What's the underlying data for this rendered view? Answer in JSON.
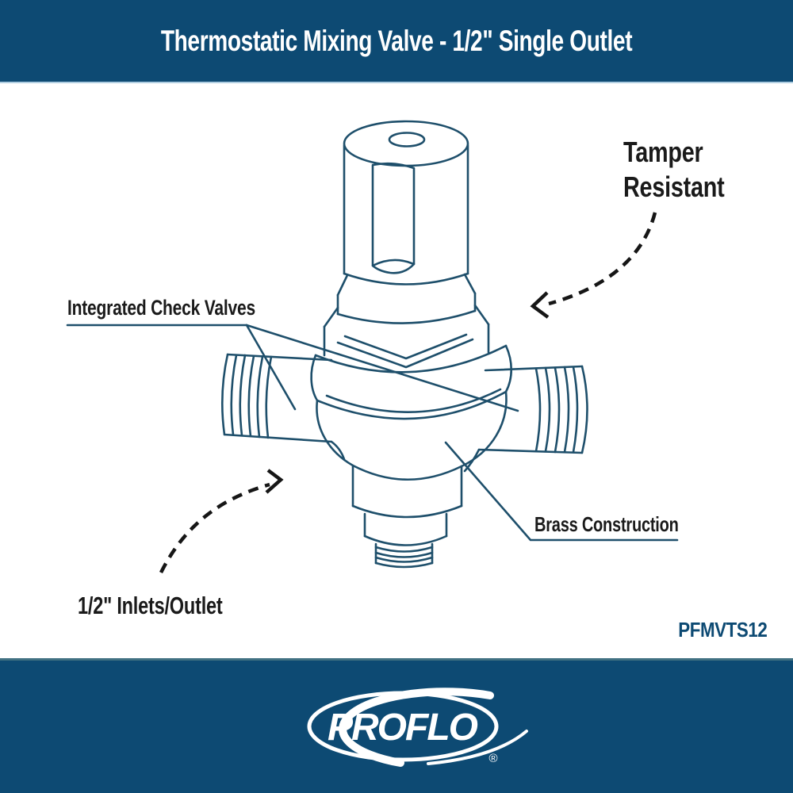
{
  "colors": {
    "banner_navy": "#0d4a73",
    "line_blue": "#1e4f6b",
    "label_black": "#1a1a1a",
    "arrow_black": "#161616",
    "white": "#ffffff"
  },
  "header": {
    "title": "Thermostatic Mixing Valve - 1/2\" Single Outlet"
  },
  "callouts": {
    "tamper": {
      "label": "Tamper Resistant"
    },
    "check_valves": {
      "label": "Integrated Check Valves"
    },
    "brass": {
      "label": "Brass Construction"
    },
    "inlets": {
      "label": "1/2\" Inlets/Outlet"
    }
  },
  "model_number": "PFMVTS12",
  "footer": {
    "brand": "PROFLO",
    "registered": "®"
  }
}
